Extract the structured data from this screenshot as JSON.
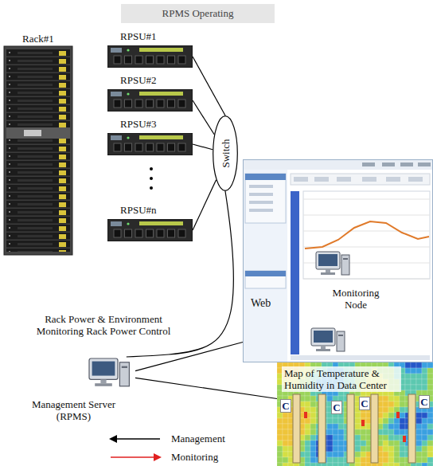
{
  "diagram": {
    "nodes": [
      {
        "text": [
          "RPMS Operating"
        ]
      },
      {
        "text": [
          "RPSU#1"
        ]
      },
      {
        "text": [
          "RPSU#2"
        ]
      },
      {
        "text": [
          "RPSU#3"
        ]
      },
      {
        "text": [
          "RPSU#n"
        ]
      },
      {
        "text": [
          "Switch"
        ]
      },
      {
        "text": [
          "Web",
          "Monitoring Node"
        ]
      },
      {
        "text": [
          "Management Server (RPMS)"
        ]
      },
      {
        "text": [
          "Map of Temperature & Humidity in Data Center"
        ]
      }
    ],
    "edges": [
      {
        "from": 1,
        "to": 5,
        "arrow": "none"
      },
      {
        "from": 2,
        "to": 5,
        "arrow": "none"
      },
      {
        "from": 3,
        "to": 5,
        "arrow": "none"
      },
      {
        "from": 4,
        "to": 5,
        "arrow": "none"
      },
      {
        "from": 5,
        "to": 7,
        "arrow": "none"
      },
      {
        "from": 7,
        "to": 6,
        "arrow": "none"
      },
      {
        "from": 7,
        "to": 8,
        "arrow": "none"
      }
    ],
    "labels": [
      "Rack#1",
      "Rack Power & Environment Monitoring Rack Power Control",
      "C",
      "C",
      "C",
      "C"
    ],
    "legend": [
      {
        "text": "Management"
      },
      {
        "text": "Monitoring"
      }
    ]
  }
}
